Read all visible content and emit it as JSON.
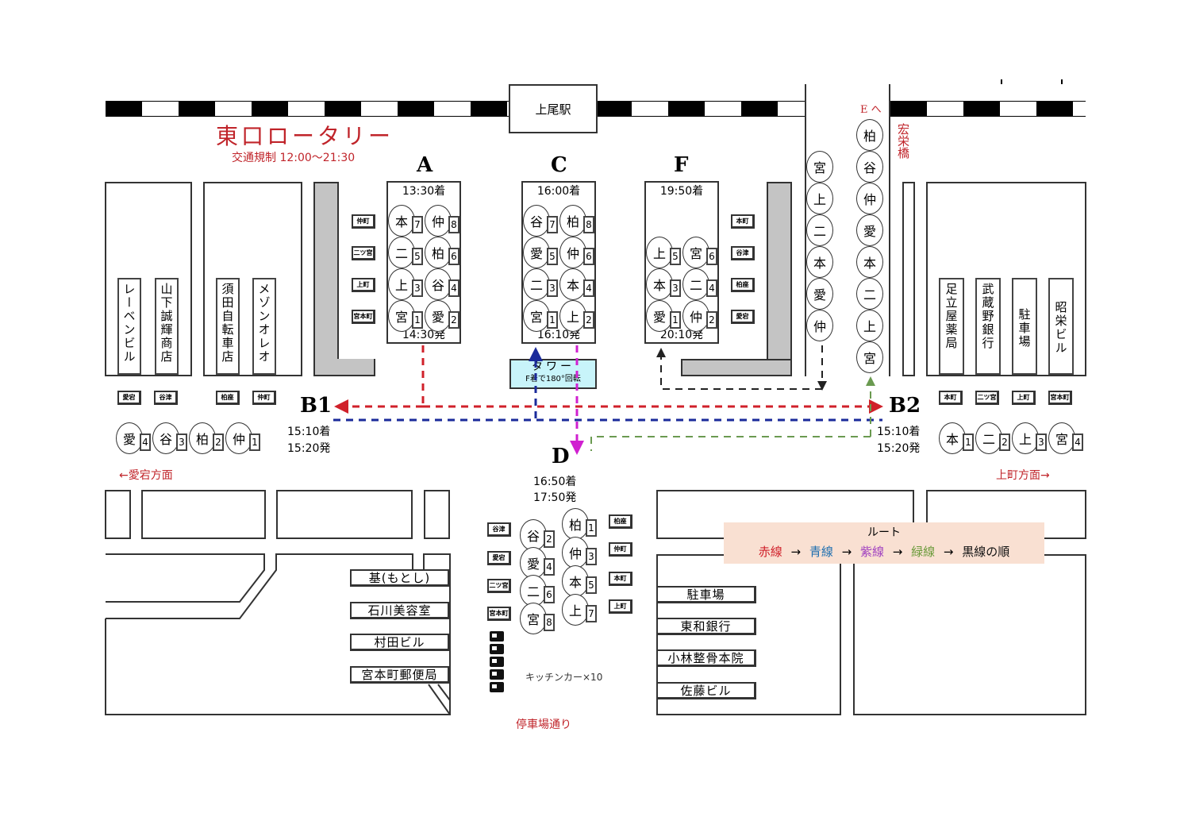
{
  "title": "東口ロータリー",
  "subtitle": "交通規制 12:00〜21:30",
  "station": "上尾駅",
  "bridge": "宏栄橋",
  "e_label": "E へ",
  "bays": {
    "A": {
      "label": "A",
      "arrive": "13:30着",
      "depart": "14:30発",
      "slots": [
        {
          "kanji": "本",
          "num": "7"
        },
        {
          "kanji": "仲",
          "num": "8"
        },
        {
          "kanji": "二",
          "num": "5"
        },
        {
          "kanji": "柏",
          "num": "6"
        },
        {
          "kanji": "上",
          "num": "3"
        },
        {
          "kanji": "谷",
          "num": "4"
        },
        {
          "kanji": "宮",
          "num": "1"
        },
        {
          "kanji": "愛",
          "num": "2"
        }
      ]
    },
    "C": {
      "label": "C",
      "arrive": "16:00着",
      "depart": "16:10発",
      "slots": [
        {
          "kanji": "谷",
          "num": "7"
        },
        {
          "kanji": "柏",
          "num": "8"
        },
        {
          "kanji": "愛",
          "num": "5"
        },
        {
          "kanji": "仲",
          "num": "6"
        },
        {
          "kanji": "二",
          "num": "3"
        },
        {
          "kanji": "本",
          "num": "4"
        },
        {
          "kanji": "宮",
          "num": "1"
        },
        {
          "kanji": "上",
          "num": "2"
        }
      ]
    },
    "F": {
      "label": "F",
      "arrive": "19:50着",
      "depart": "20:10発",
      "slots": [
        {
          "kanji": "上",
          "num": "5"
        },
        {
          "kanji": "宮",
          "num": "6"
        },
        {
          "kanji": "本",
          "num": "3"
        },
        {
          "kanji": "二",
          "num": "4"
        },
        {
          "kanji": "愛",
          "num": "1"
        },
        {
          "kanji": "仲",
          "num": "2"
        }
      ]
    },
    "B1": {
      "label": "B1",
      "arrive": "15:10着",
      "depart": "15:20発",
      "slots": [
        {
          "kanji": "愛",
          "num": "4"
        },
        {
          "kanji": "谷",
          "num": "3"
        },
        {
          "kanji": "柏",
          "num": "2"
        },
        {
          "kanji": "仲",
          "num": "1"
        }
      ]
    },
    "B2": {
      "label": "B2",
      "arrive": "15:10着",
      "depart": "15:20発",
      "slots": [
        {
          "kanji": "本",
          "num": "1"
        },
        {
          "kanji": "二",
          "num": "2"
        },
        {
          "kanji": "上",
          "num": "3"
        },
        {
          "kanji": "宮",
          "num": "4"
        }
      ]
    },
    "D": {
      "label": "D",
      "arrive": "16:50着",
      "depart": "17:50発",
      "left": [
        {
          "kanji": "谷",
          "num": "2"
        },
        {
          "kanji": "愛",
          "num": "4"
        },
        {
          "kanji": "二",
          "num": "6"
        },
        {
          "kanji": "宮",
          "num": "8"
        }
      ],
      "right": [
        {
          "kanji": "柏",
          "num": "1"
        },
        {
          "kanji": "仲",
          "num": "3"
        },
        {
          "kanji": "本",
          "num": "5"
        },
        {
          "kanji": "上",
          "num": "7"
        }
      ]
    }
  },
  "e_column1": [
    "宮",
    "上",
    "二",
    "本",
    "愛",
    "仲"
  ],
  "e_column2": [
    "柏",
    "谷",
    "仲",
    "愛",
    "本",
    "二",
    "上",
    "宮"
  ],
  "tower": {
    "title": "タワー",
    "note": "F着で180°回転"
  },
  "signs": {
    "a_side": [
      "仲町",
      "二ツ宮",
      "上町",
      "宮本町"
    ],
    "f_side": [
      "本町",
      "谷津",
      "柏座",
      "愛宕"
    ],
    "b1": [
      "愛宕",
      "谷津",
      "柏座",
      "仲町"
    ],
    "b2": [
      "本町",
      "二ツ宮",
      "上町",
      "宮本町"
    ],
    "d_left": [
      "谷津",
      "愛宕",
      "二ツ宮",
      "宮本町"
    ],
    "d_right": [
      "柏座",
      "仲町",
      "本町",
      "上町"
    ]
  },
  "buildings_top_left": [
    "レーベンビル",
    "山下誠輝商店",
    "須田自転車店",
    "メゾンオレオ"
  ],
  "buildings_top_right": [
    "足立屋薬局",
    "武蔵野銀行",
    "駐車場",
    "昭栄ビル"
  ],
  "buildings_bottom_left": [
    "基(もとし)",
    "石川美容室",
    "村田ビル",
    "宮本町郵便局"
  ],
  "buildings_bottom_right": [
    "駐車場",
    "東和銀行",
    "小林整骨本院",
    "佐藤ビル"
  ],
  "direction_left": "←愛宕方面",
  "direction_right": "上町方面→",
  "kitchen_car": "キッチンカー×10",
  "street": "停車場通り",
  "route": {
    "title": "ルート",
    "steps": [
      {
        "label": "赤線",
        "color": "#d0202a"
      },
      {
        "label": "青線",
        "color": "#1e6fb0"
      },
      {
        "label": "紫線",
        "color": "#a040c0"
      },
      {
        "label": "緑線",
        "color": "#6a9a3a"
      },
      {
        "label": "黒線の順",
        "color": "#111111"
      }
    ],
    "arrow": "→"
  },
  "colors": {
    "red_route": "#d0202a",
    "blue_route": "#1a2a9a",
    "magenta_route": "#d020d0",
    "green_route": "#6a9a50",
    "black_route": "#222222",
    "tower_bg": "#c8f4fa",
    "route_bg": "#f9e0d2",
    "title_red": "#c0242a"
  }
}
